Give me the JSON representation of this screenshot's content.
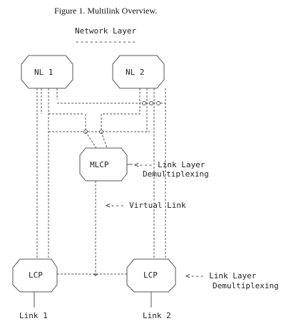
{
  "figure": {
    "caption": "Figure 1.  Multilink Overview.",
    "header": "Network Layer",
    "header_rule": "-------------"
  },
  "nodes": {
    "nl1": "NL 1",
    "nl2": "NL 2",
    "mlcp": "MLCP",
    "lcp1": "LCP",
    "lcp2": "LCP"
  },
  "annotations": {
    "link_layer_demux_top_1": "<--- Link Layer",
    "link_layer_demux_top_2": "Demultiplexing",
    "virtual_link": "<--- Virtual Link",
    "link_layer_demux_bottom_1": "<--- Link Layer",
    "link_layer_demux_bottom_2": "Demultiplexing"
  },
  "links": {
    "link1": "Link 1",
    "link2": "Link 2"
  }
}
